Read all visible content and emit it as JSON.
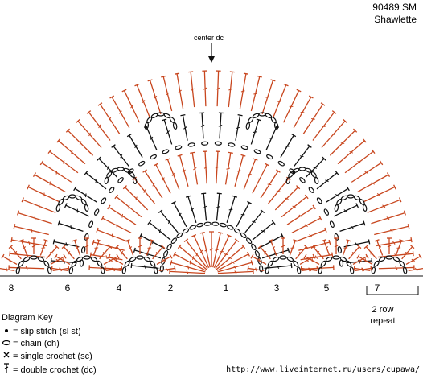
{
  "title": {
    "code": "90489 SM",
    "name": "Shawlette"
  },
  "center_label": "center dc",
  "row_numbers": [
    "8",
    "6",
    "4",
    "2",
    "1",
    "3",
    "5",
    "7"
  ],
  "repeat_label": {
    "line1": "2 row",
    "line2": "repeat"
  },
  "key": {
    "title": "Diagram Key",
    "items": [
      {
        "symbol": "dot-icon",
        "label": "= slip stitch (sl st)"
      },
      {
        "symbol": "oval-icon",
        "label": "= chain (ch)"
      },
      {
        "symbol": "cross-icon",
        "label": "= single crochet (sc)"
      },
      {
        "symbol": "dc-icon",
        "label": "= double crochet (dc)"
      }
    ]
  },
  "watermark": "http://www.liveinternet.ru/users/cupawa/",
  "colors": {
    "orange": "#c8461e",
    "black": "#111111"
  }
}
